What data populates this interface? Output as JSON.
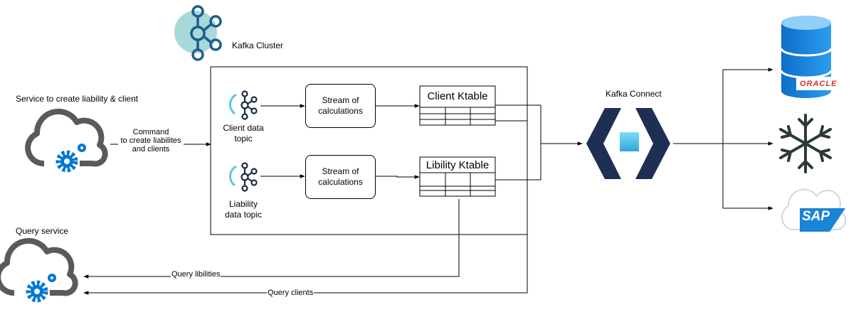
{
  "kafka_cluster": {
    "label": "Kafka Cluster"
  },
  "service_create": {
    "label": "Service to create liability & client"
  },
  "command_edge": {
    "label": "Command\nto create liabilites\nand clients"
  },
  "client_topic": {
    "label": "Client data\ntopic"
  },
  "liability_topic": {
    "label": "Liability\ndata topic"
  },
  "stream_client": {
    "label": "Stream of\ncalculations"
  },
  "stream_liability": {
    "label": "Stream of\ncalculations"
  },
  "client_ktable": {
    "label": "Client Ktable"
  },
  "liability_ktable": {
    "label": "Libility Ktable"
  },
  "kafka_connect": {
    "label": "Kafka Connect"
  },
  "query_service": {
    "label": "Query service"
  },
  "query_liabilities_edge": {
    "label": "Query libilities"
  },
  "query_clients_edge": {
    "label": "Query clients"
  },
  "sinks": {
    "oracle_text": "ORACLE",
    "sap_text": "SAP"
  },
  "colors": {
    "kafka_blue": "#1b5e8c",
    "kafka_circle": "#a8d8d8",
    "connect_navy": "#1f2e54",
    "connect_cyan": "#4fc3e6",
    "azure_blue": "#0078d4",
    "cloud_gray": "#5a5a5a",
    "oracle_red": "#d32f2f"
  }
}
